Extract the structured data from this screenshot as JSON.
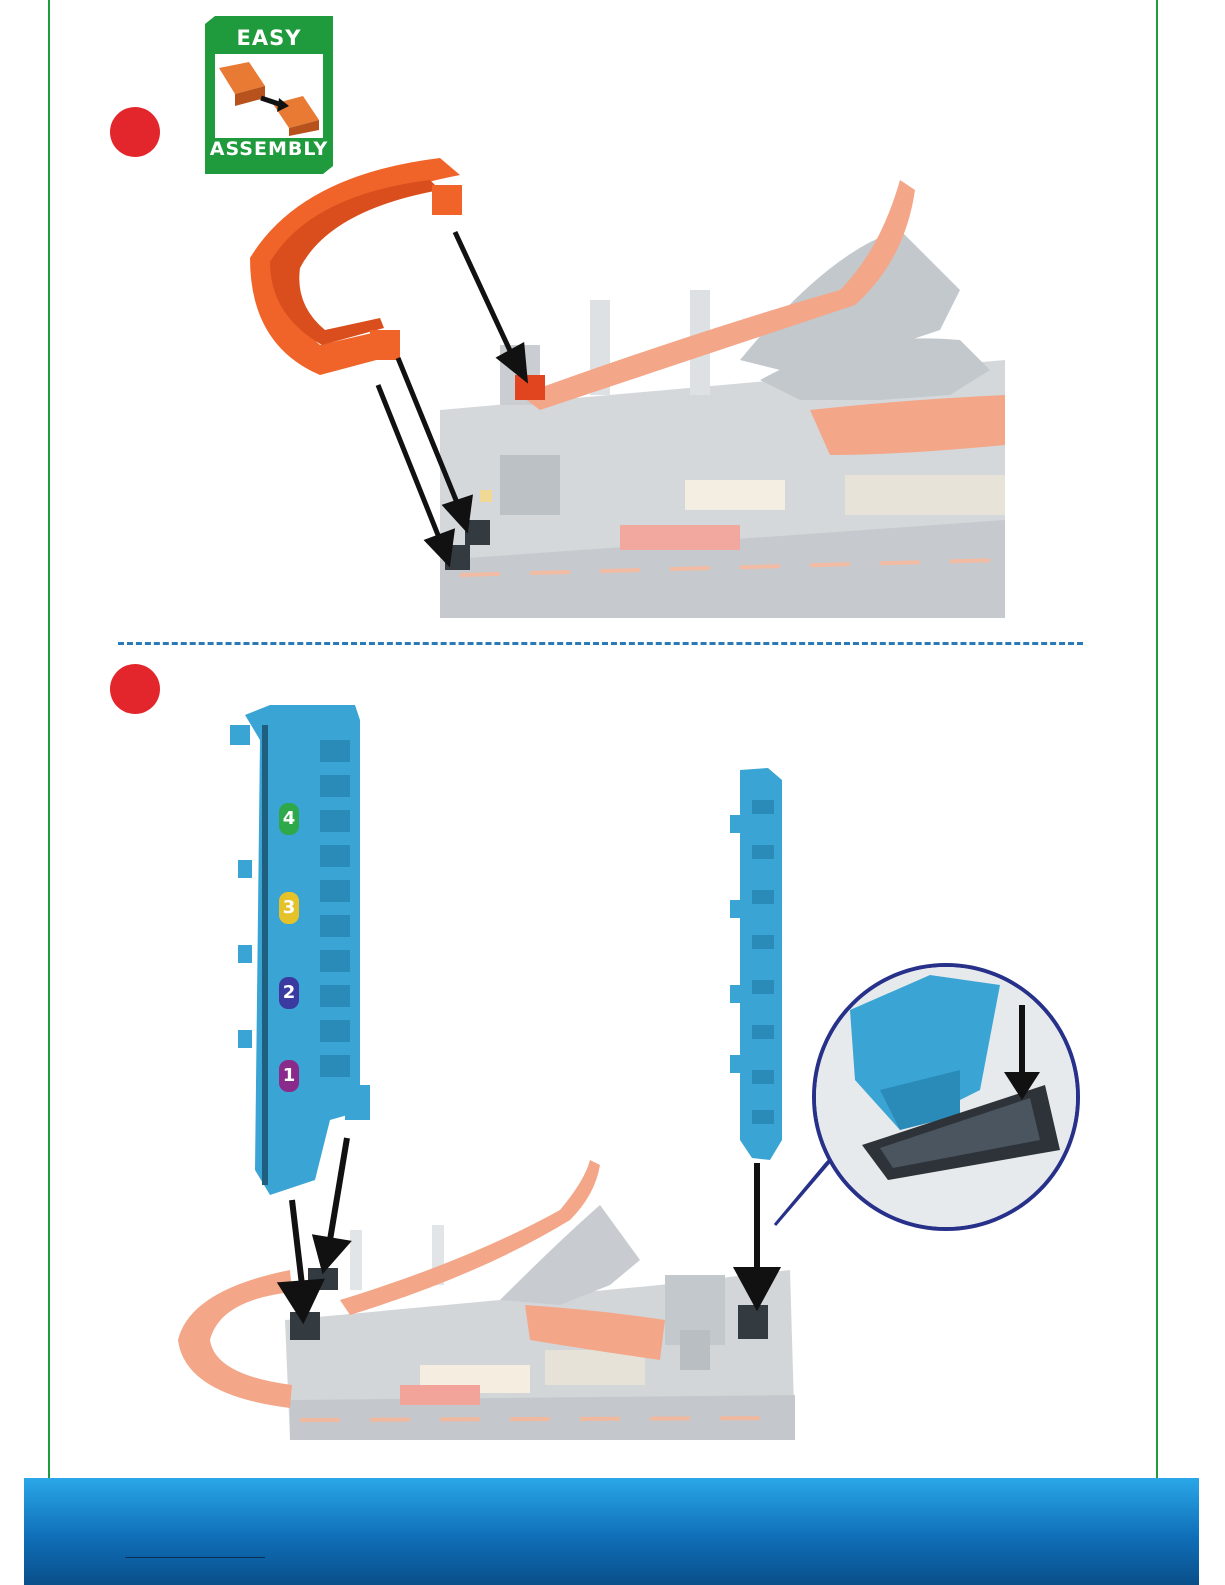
{
  "badge": {
    "top_text": "EASY",
    "bottom_text": "ASSEMBLY",
    "icon": "track-connect-icon",
    "color": "#1f9a3c"
  },
  "steps": [
    {
      "id": "step-1",
      "number": ""
    },
    {
      "id": "step-2",
      "number": ""
    }
  ],
  "tower_labels": [
    "4",
    "3",
    "2",
    "1"
  ],
  "colors": {
    "frame": "#1f9a3c",
    "step_dot": "#e3262b",
    "track_orange": "#f0642a",
    "tower_blue": "#3aa5d4",
    "base_gray": "#c9cdd1",
    "divider": "#2a7ab8",
    "footer": "#0f6fb8"
  }
}
